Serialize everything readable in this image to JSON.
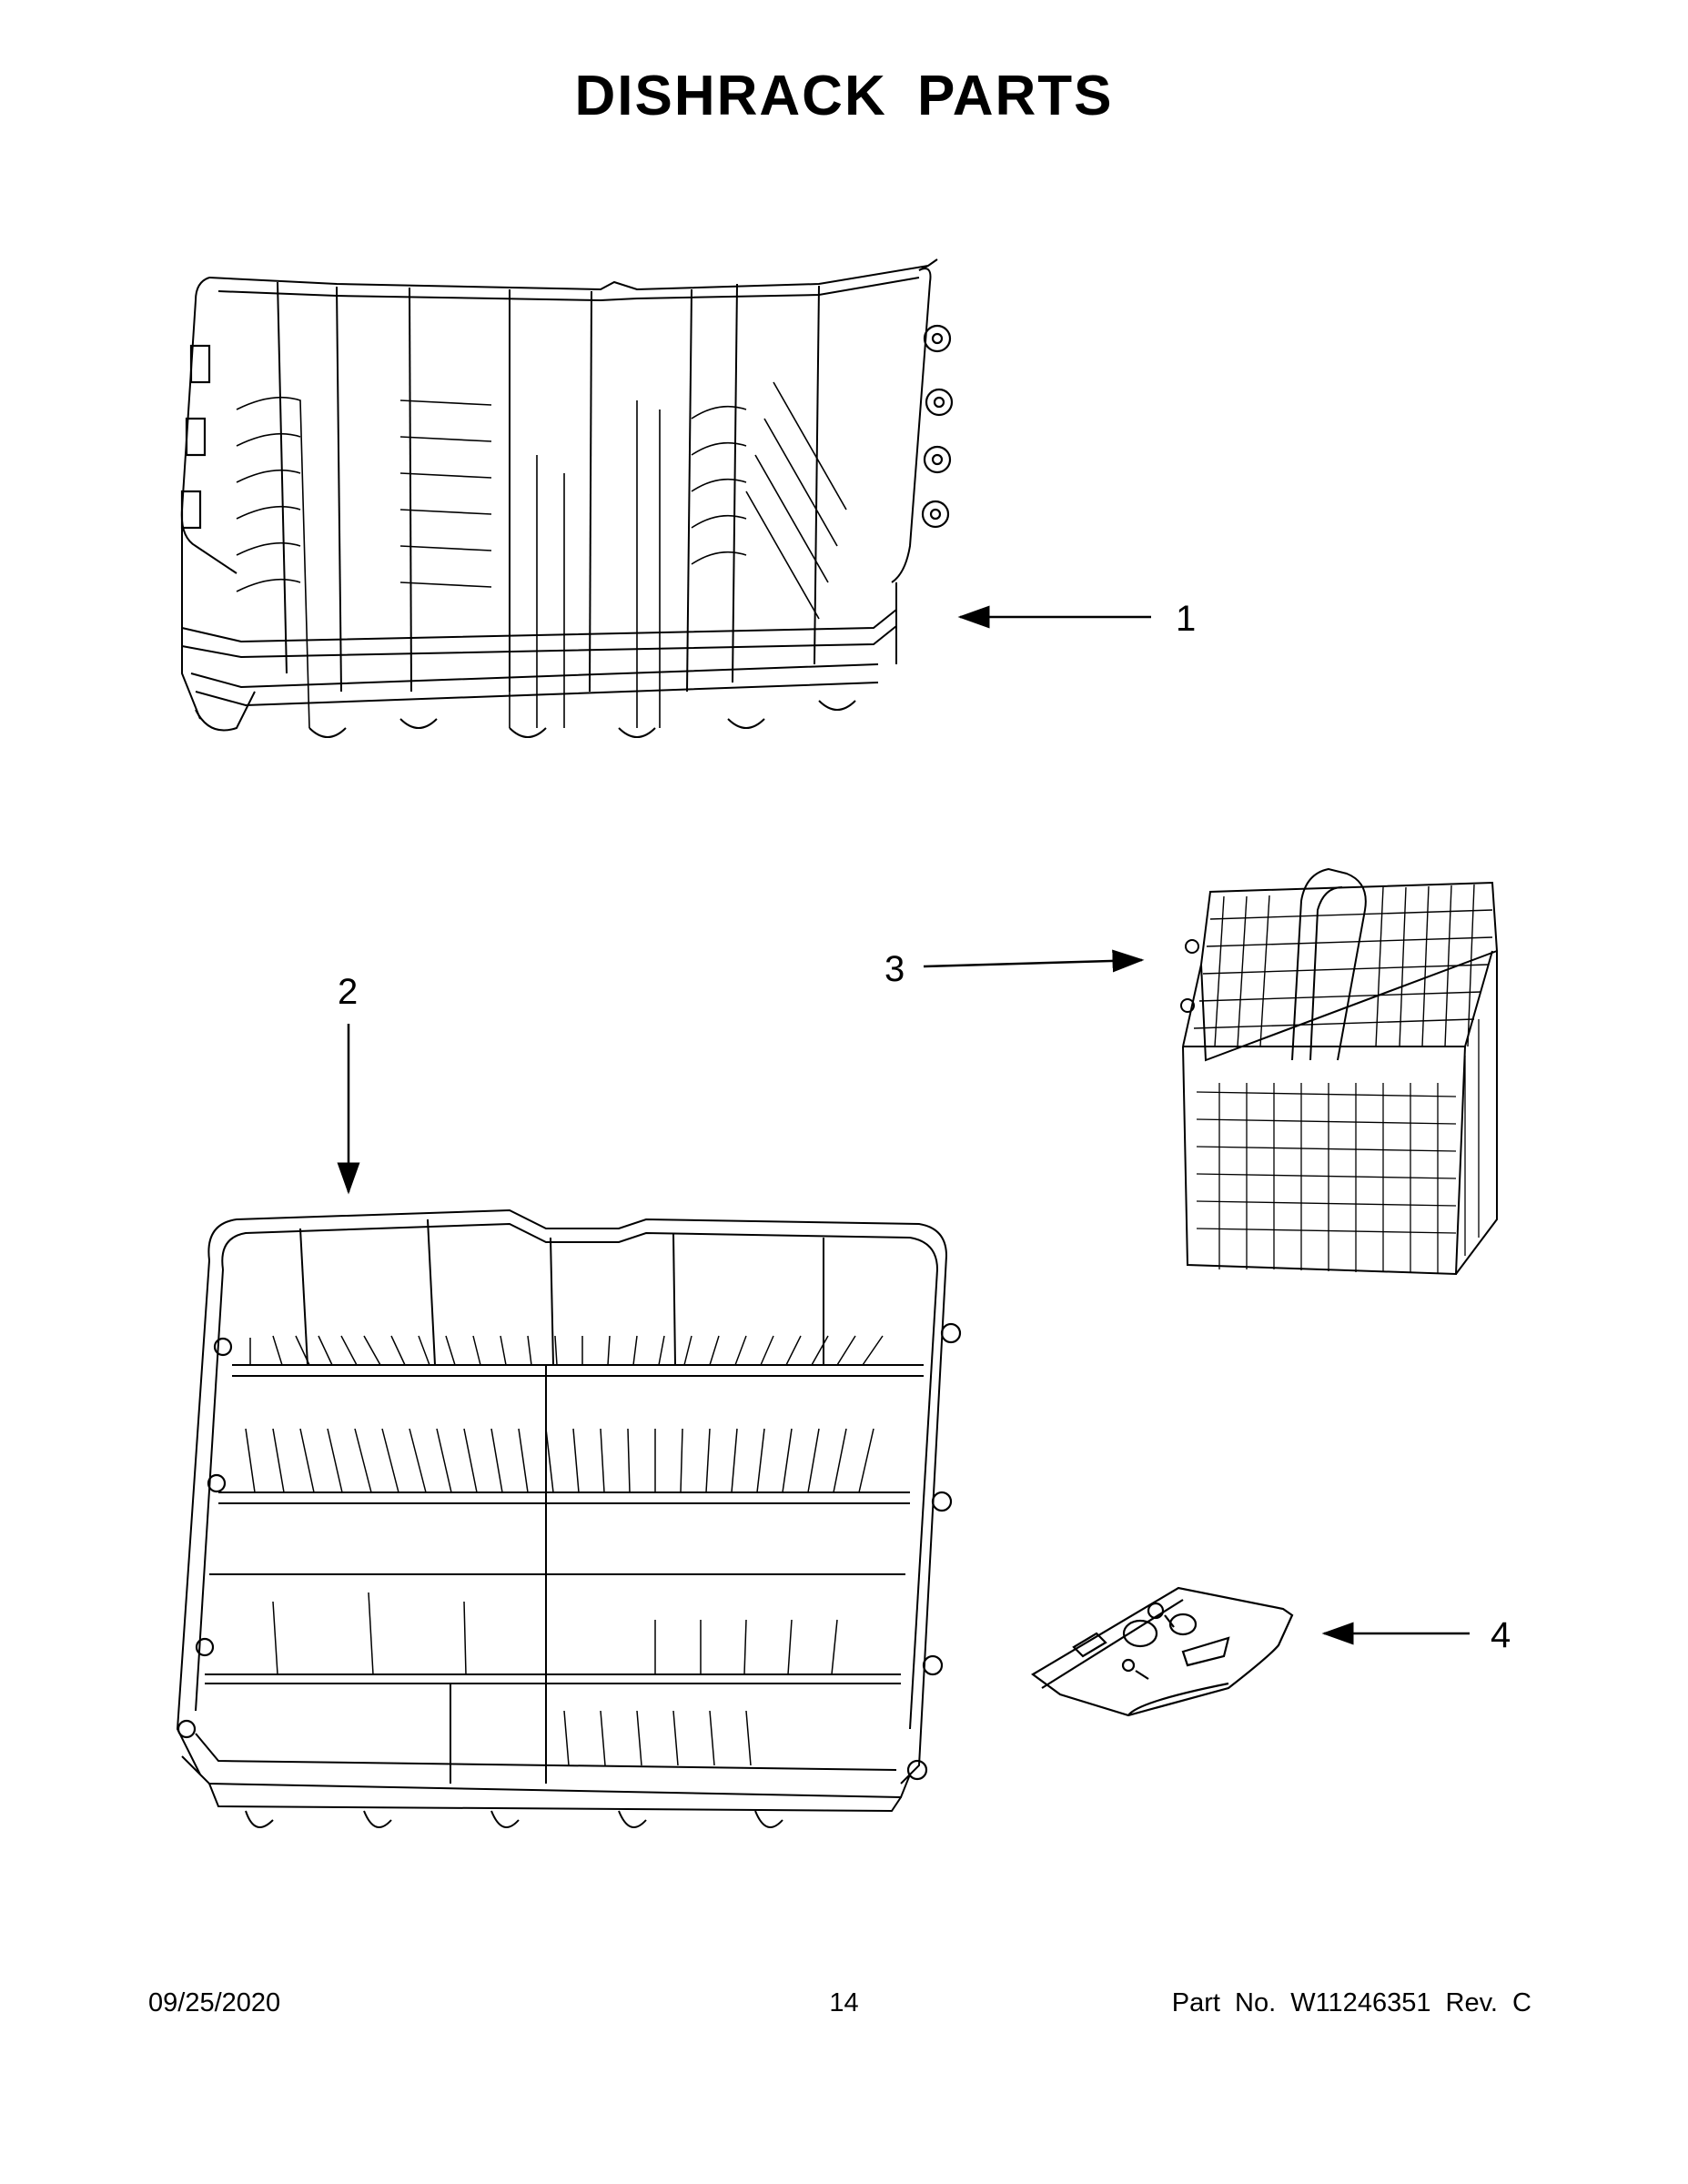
{
  "page": {
    "title": "DISHRACK PARTS",
    "date": "09/25/2020",
    "page_number": "14",
    "part_number": "Part No.  W11246351  Rev.  C"
  },
  "callouts": [
    {
      "number": "1",
      "part": "upper-dishrack"
    },
    {
      "number": "2",
      "part": "lower-dishrack"
    },
    {
      "number": "3",
      "part": "silverware-basket"
    },
    {
      "number": "4",
      "part": "hardware-parts-bag"
    }
  ],
  "colors": {
    "ink": "#000000",
    "paper": "#ffffff"
  }
}
